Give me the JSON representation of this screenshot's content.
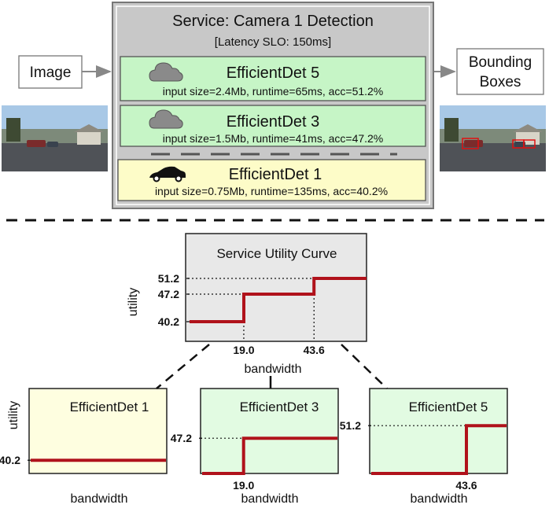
{
  "service": {
    "title": "Service: Camera 1 Detection",
    "slo": "[Latency SLO: 150ms]",
    "models": [
      {
        "name": "EfficientDet 5",
        "details": "input size=2.4Mb, runtime=65ms, acc=51.2%",
        "icon": "cloud-icon",
        "color": "#c6f5c6"
      },
      {
        "name": "EfficientDet 3",
        "details": "input size=1.5Mb, runtime=41ms, acc=47.2%",
        "icon": "cloud-icon",
        "color": "#c6f5c6"
      },
      {
        "name": "EfficientDet 1",
        "details": "input size=0.75Mb, runtime=135ms, acc=40.2%",
        "icon": "car-icon",
        "color": "#fdfcc8"
      }
    ]
  },
  "input_label": "Image",
  "output_label_line1": "Bounding",
  "output_label_line2": "Boxes",
  "colors": {
    "curve": "#b0121b",
    "green_panel": "#e2fbe2",
    "yellow_panel": "#fefee0",
    "gray_panel": "#e8e8e8"
  },
  "chart_data": [
    {
      "type": "line",
      "title": "Service Utility Curve",
      "xlabel": "bandwidth",
      "ylabel": "utility",
      "x_ticks": [
        "19.0",
        "43.6"
      ],
      "y_ticks": [
        "40.2",
        "47.2",
        "51.2"
      ],
      "series": [
        {
          "x": [
            0,
            19.0,
            19.0,
            43.6,
            43.6,
            62
          ],
          "y": [
            40.2,
            40.2,
            47.2,
            47.2,
            51.2,
            51.2
          ]
        }
      ],
      "xlim": [
        0,
        62
      ],
      "ylim": [
        36,
        54
      ]
    },
    {
      "type": "line",
      "title": "EfficientDet 1",
      "xlabel": "bandwidth",
      "ylabel": "utility",
      "x_ticks": [],
      "y_ticks": [
        "40.2"
      ],
      "series": [
        {
          "x": [
            0,
            62
          ],
          "y": [
            40.2,
            40.2
          ]
        }
      ],
      "xlim": [
        0,
        62
      ],
      "ylim": [
        36,
        54
      ]
    },
    {
      "type": "line",
      "title": "EfficientDet 3",
      "xlabel": "bandwidth",
      "ylabel": "",
      "x_ticks": [
        "19.0"
      ],
      "y_ticks": [
        "47.2"
      ],
      "series": [
        {
          "x": [
            0,
            19.0,
            19.0,
            62
          ],
          "y": [
            36,
            36,
            47.2,
            47.2
          ]
        }
      ],
      "xlim": [
        0,
        62
      ],
      "ylim": [
        36,
        54
      ]
    },
    {
      "type": "line",
      "title": "EfficientDet 5",
      "xlabel": "bandwidth",
      "ylabel": "",
      "x_ticks": [
        "43.6"
      ],
      "y_ticks": [
        "51.2"
      ],
      "series": [
        {
          "x": [
            0,
            43.6,
            43.6,
            62
          ],
          "y": [
            36,
            36,
            51.2,
            51.2
          ]
        }
      ],
      "xlim": [
        0,
        62
      ],
      "ylim": [
        36,
        54
      ]
    }
  ]
}
